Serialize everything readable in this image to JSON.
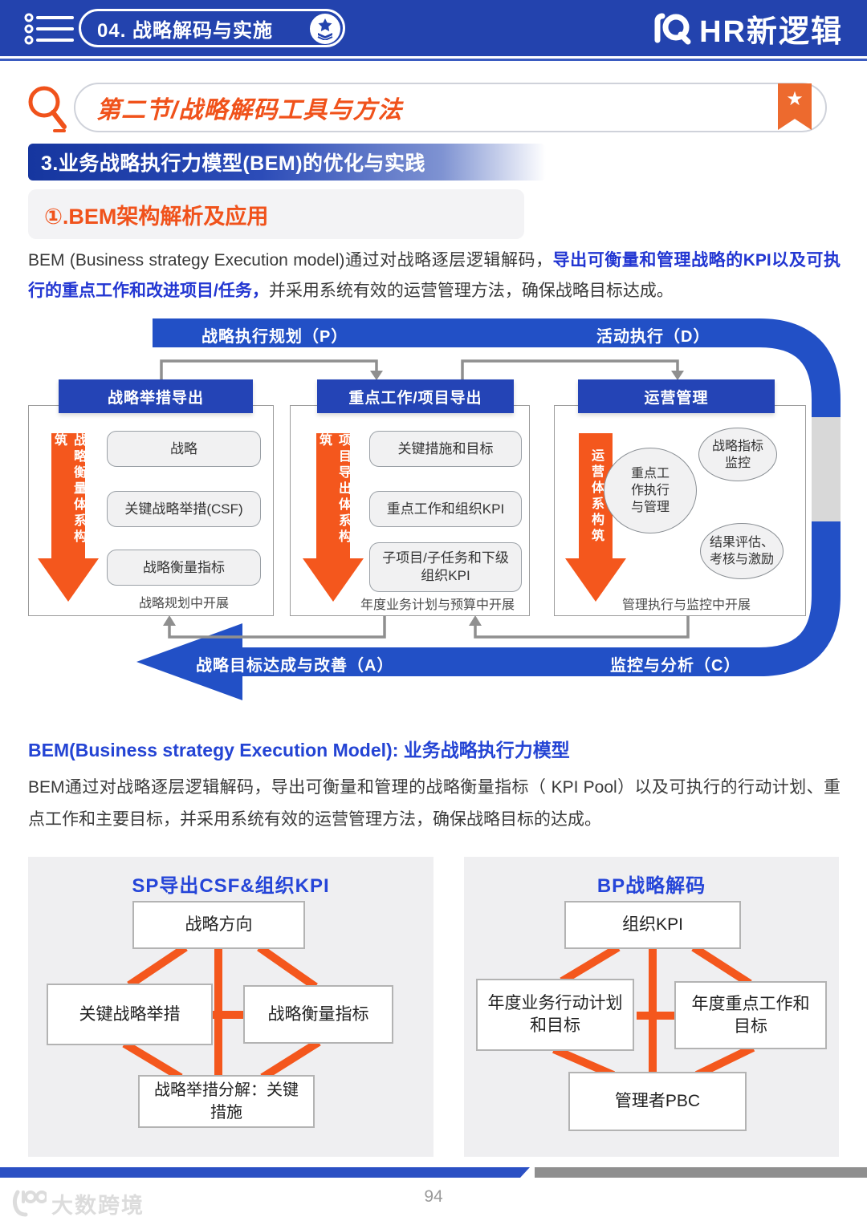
{
  "header": {
    "chapter": "04. 战略解码与实施",
    "brand": "HR新逻辑"
  },
  "section_title": "第二节/战略解码工具与方法",
  "banner_title": "3.业务战略执行力模型(BEM)的优化与实践",
  "point_title": "①.BEM架构解析及应用",
  "intro": {
    "part1": "BEM (Business strategy Execution model)通过对战略逐层逻辑解码，",
    "part2_bold": "导出可衡量和管理战略的KPI以及可执行的重点工作和改进项目/任务，",
    "part3": "并采用系统有效的运营管理方法，确保战略目标达成。"
  },
  "diagram": {
    "top_left_label": "战略执行规划（P）",
    "top_right_label": "活动执行（D）",
    "bottom_left_label": "战略目标达成与改善（A）",
    "bottom_right_label": "监控与分析（C）",
    "col1": {
      "header": "战略举措导出",
      "side": "战略衡量体系构筑",
      "box1": "战略",
      "box2": "关键战略举措(CSF)",
      "box3": "战略衡量指标",
      "footer": "战略规划中开展"
    },
    "col2": {
      "header": "重点工作/项目导出",
      "side": "项目导出体系构筑",
      "box1": "关键措施和目标",
      "box2": "重点工作和组织KPI",
      "box3": "子项目/子任务和下级组织KPI",
      "footer": "年度业务计划与预算中开展"
    },
    "col3": {
      "header": "运营管理",
      "side": "运营体系构筑",
      "ellipse_main": "重点工作执行与管理",
      "ellipse_top": "战略指标监控",
      "ellipse_bottom": "结果评估、考核与激励",
      "footer": "管理执行与监控中开展"
    }
  },
  "definition": {
    "heading": "BEM(Business strategy Execution Model): 业务战略执行力模型",
    "body": "BEM通过对战略逐层逻辑解码，导出可衡量和管理的战略衡量指标（ KPI Pool）以及可执行的行动计划、重点工作和主要目标，并采用系统有效的运营管理方法，确保战略目标的达成。"
  },
  "panel_left": {
    "title": "SP导出CSF&组织KPI",
    "top": "战略方向",
    "left": "关键战略举措",
    "right": "战略衡量指标",
    "bottom": "战略举措分解：关键措施"
  },
  "panel_right": {
    "title": "BP战略解码",
    "top": "组织KPI",
    "left": "年度业务行动计划和目标",
    "right": "年度重点工作和目标",
    "bottom": "管理者PBC"
  },
  "footer": {
    "page": "94",
    "watermark": "大数跨境"
  },
  "colors": {
    "header_blue": "#2343ae",
    "ribbon_blue": "#2250c6",
    "column_header_blue": "#2444b6",
    "orange": "#f4571d",
    "accent_text_blue": "#2236d2",
    "title_orange": "#f0521b"
  }
}
